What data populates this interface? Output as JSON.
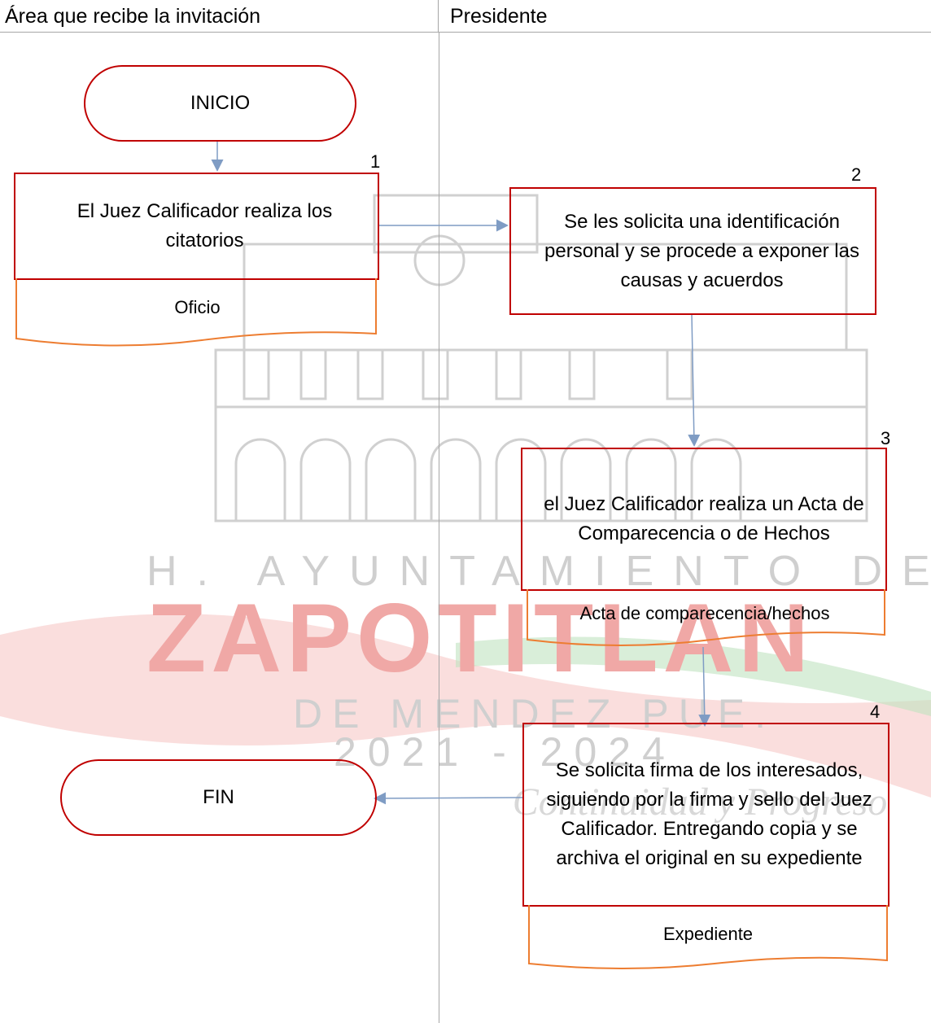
{
  "lanes": {
    "left": "Área que recibe la invitación",
    "right": "Presidente"
  },
  "watermark": {
    "line1": "H.  AYUNTAMIENTO  DE",
    "line2": "ZAPOTITLAN",
    "line3": "DE MENDEZ PUE.",
    "line4": "2021 - 2024",
    "line5": "Continuidad y Progreso",
    "colors": {
      "red": "#e8433f",
      "green": "#2e9a3a",
      "gray": "#bdbdbd"
    }
  },
  "nodes": {
    "start": "INICIO",
    "end": "FIN",
    "step1": {
      "num": "1",
      "text": "El Juez Calificador realiza los citatorios",
      "doc": "Oficio"
    },
    "step2": {
      "num": "2",
      "text": "Se les solicita una identificación personal y se procede a exponer las causas y acuerdos"
    },
    "step3": {
      "num": "3",
      "text": "el Juez Calificador realiza un Acta de Comparecencia o de Hechos",
      "doc": "Acta de comparecencia/hechos"
    },
    "step4": {
      "num": "4",
      "text": "Se solicita firma de los interesados, siguiendo por la firma y sello del Juez Calificador. Entregando copia y se archiva el original en su expediente",
      "doc": "Expediente"
    }
  },
  "colors": {
    "box_border": "#c00000",
    "doc_border": "#ed7d31",
    "arrow": "#7f9cc4",
    "lane_line": "#a6a6a6"
  }
}
